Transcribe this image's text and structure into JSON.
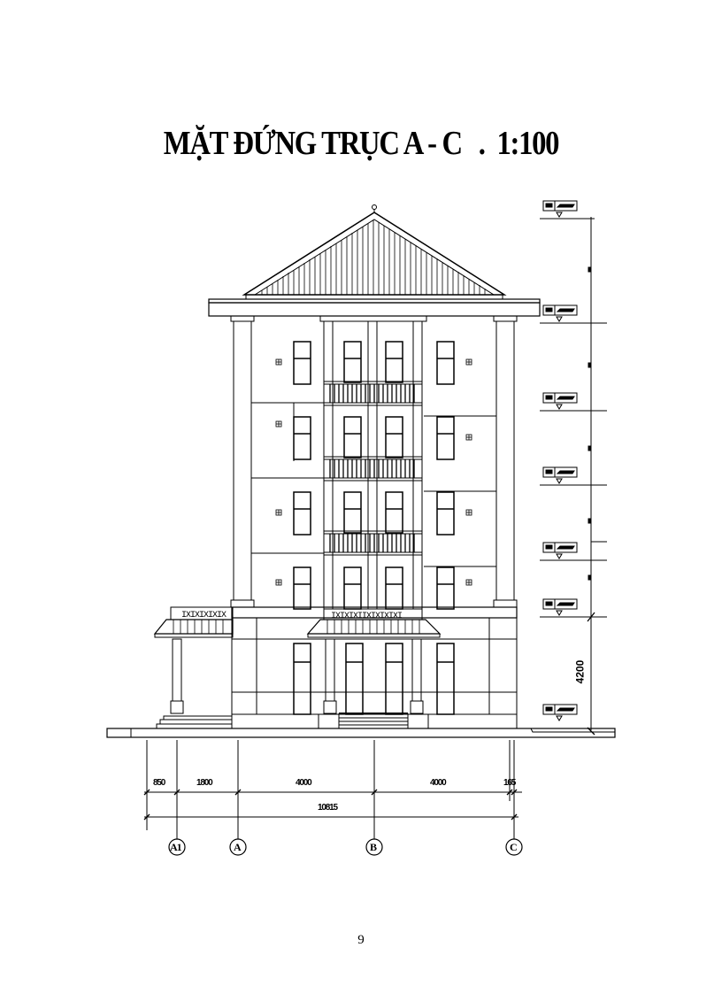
{
  "document": {
    "title_main": "MẶT ĐỨNG TRỤC A - C",
    "title_scale_prefix": ".",
    "title_scale": "1:100",
    "page_number": "9"
  },
  "drawing": {
    "type": "architectural-elevation",
    "floors": 5,
    "dimensions_horizontal": [
      "850",
      "1800",
      "4000",
      "4000",
      "165"
    ],
    "dimension_total": "10815",
    "axes": [
      "A1",
      "A",
      "B",
      "C"
    ],
    "dimension_vertical_ground": "4200",
    "level_markers_count": 7
  }
}
